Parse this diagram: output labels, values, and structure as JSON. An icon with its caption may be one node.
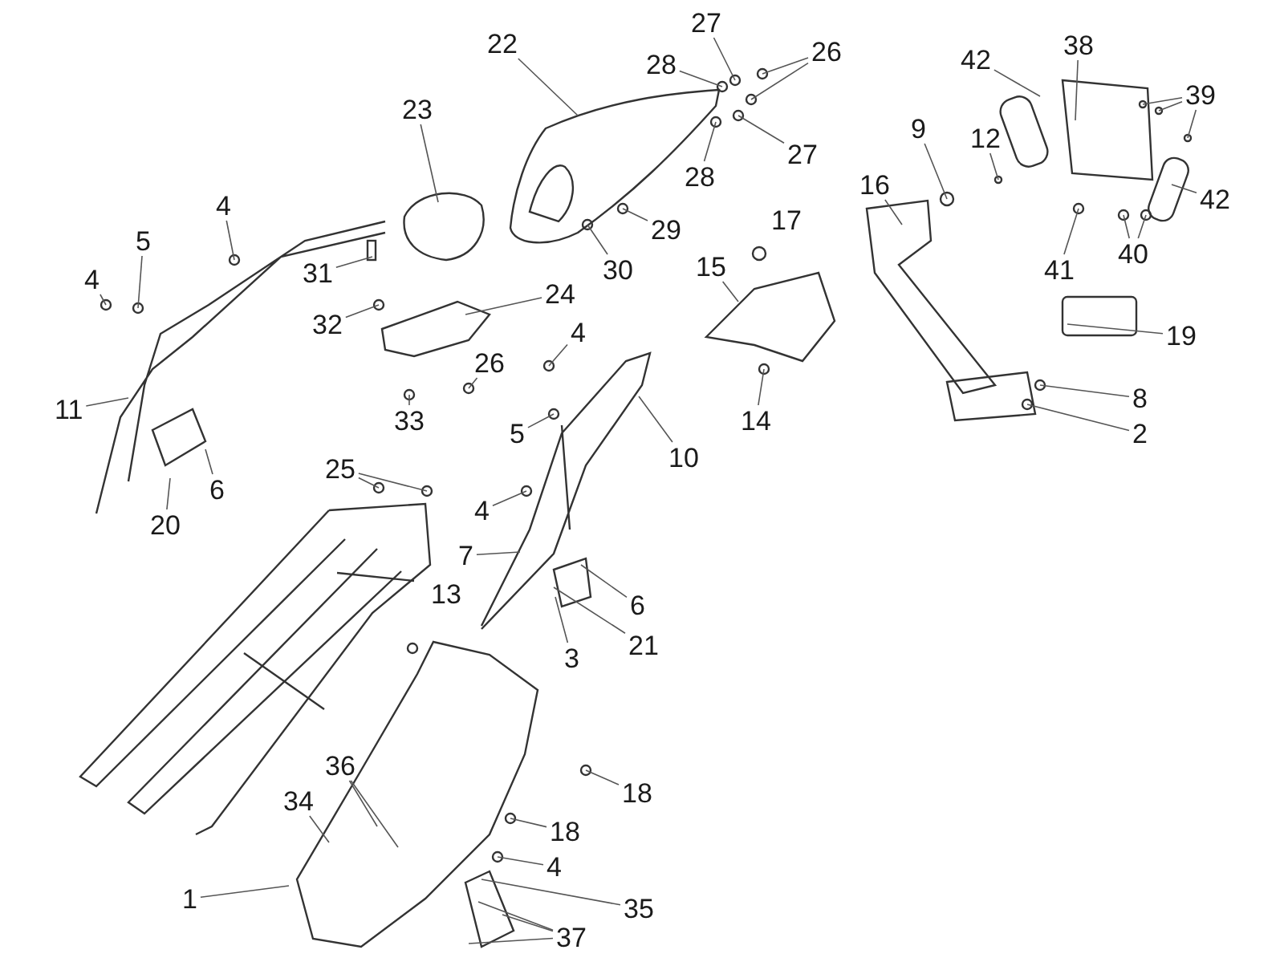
{
  "diagram": {
    "nodes": [
      {
        "text": [
          "27"
        ]
      },
      {
        "text": [
          "22"
        ]
      },
      {
        "text": [
          "28"
        ]
      },
      {
        "text": [
          "26"
        ]
      },
      {
        "text": [
          "42"
        ]
      },
      {
        "text": [
          "38"
        ]
      },
      {
        "text": [
          "39"
        ]
      },
      {
        "text": [
          "23"
        ]
      },
      {
        "text": [
          "9"
        ]
      },
      {
        "text": [
          "12"
        ]
      },
      {
        "text": [
          "27"
        ]
      },
      {
        "text": [
          "28"
        ]
      },
      {
        "text": [
          "16"
        ]
      },
      {
        "text": [
          "42"
        ]
      },
      {
        "text": [
          "4"
        ]
      },
      {
        "text": [
          "29"
        ]
      },
      {
        "text": [
          "30"
        ]
      },
      {
        "text": [
          "5"
        ]
      },
      {
        "text": [
          "40"
        ]
      },
      {
        "text": [
          "41"
        ]
      },
      {
        "text": [
          "15"
        ]
      },
      {
        "text": [
          "31"
        ]
      },
      {
        "text": [
          "4"
        ]
      },
      {
        "text": [
          "24"
        ]
      },
      {
        "text": [
          "32"
        ]
      },
      {
        "text": [
          "19"
        ]
      },
      {
        "text": [
          "4"
        ]
      },
      {
        "text": [
          "26"
        ]
      },
      {
        "text": [
          "11"
        ]
      },
      {
        "text": [
          "8"
        ]
      },
      {
        "text": [
          "14"
        ]
      },
      {
        "text": [
          "33"
        ]
      },
      {
        "text": [
          "5"
        ]
      },
      {
        "text": [
          "2"
        ]
      },
      {
        "text": [
          "25"
        ]
      },
      {
        "text": [
          "10"
        ]
      },
      {
        "text": [
          "6"
        ]
      },
      {
        "text": [
          "4"
        ]
      },
      {
        "text": [
          "20"
        ]
      },
      {
        "text": [
          "7"
        ]
      },
      {
        "text": [
          "6"
        ]
      },
      {
        "text": [
          "21"
        ]
      },
      {
        "text": [
          "3"
        ]
      },
      {
        "text": [
          "18"
        ]
      },
      {
        "text": [
          "36"
        ]
      },
      {
        "text": [
          "34"
        ]
      },
      {
        "text": [
          "18"
        ]
      },
      {
        "text": [
          "4"
        ]
      },
      {
        "text": [
          "1"
        ]
      },
      {
        "text": [
          "35"
        ]
      },
      {
        "text": [
          "37"
        ]
      }
    ],
    "edges": [
      {
        "from": 0,
        "to": null,
        "arrow": "none"
      },
      {
        "from": 1,
        "to": null,
        "arrow": "none"
      },
      {
        "from": 2,
        "to": null,
        "arrow": "none"
      },
      {
        "from": 3,
        "to": null,
        "arrow": "none"
      },
      {
        "from": 3,
        "to": null,
        "arrow": "none"
      },
      {
        "from": 4,
        "to": null,
        "arrow": "none"
      },
      {
        "from": 5,
        "to": null,
        "arrow": "none"
      },
      {
        "from": 6,
        "to": null,
        "arrow": "none"
      },
      {
        "from": 6,
        "to": null,
        "arrow": "none"
      },
      {
        "from": 6,
        "to": null,
        "arrow": "none"
      },
      {
        "from": 7,
        "to": null,
        "arrow": "none"
      },
      {
        "from": 8,
        "to": null,
        "arrow": "none"
      },
      {
        "from": 9,
        "to": null,
        "arrow": "none"
      },
      {
        "from": 10,
        "to": null,
        "arrow": "none"
      },
      {
        "from": 11,
        "to": null,
        "arrow": "none"
      },
      {
        "from": 12,
        "to": null,
        "arrow": "none"
      },
      {
        "from": 13,
        "to": null,
        "arrow": "none"
      },
      {
        "from": 14,
        "to": null,
        "arrow": "none"
      },
      {
        "from": 15,
        "to": null,
        "arrow": "none"
      },
      {
        "from": 16,
        "to": null,
        "arrow": "none"
      },
      {
        "from": 17,
        "to": null,
        "arrow": "none"
      },
      {
        "from": 18,
        "to": null,
        "arrow": "none"
      },
      {
        "from": 18,
        "to": null,
        "arrow": "none"
      },
      {
        "from": 19,
        "to": null,
        "arrow": "none"
      },
      {
        "from": 20,
        "to": null,
        "arrow": "none"
      },
      {
        "from": 21,
        "to": null,
        "arrow": "none"
      },
      {
        "from": 22,
        "to": null,
        "arrow": "none"
      },
      {
        "from": 23,
        "to": null,
        "arrow": "none"
      },
      {
        "from": 24,
        "to": null,
        "arrow": "none"
      },
      {
        "from": 25,
        "to": null,
        "arrow": "none"
      },
      {
        "from": 26,
        "to": null,
        "arrow": "none"
      },
      {
        "from": 27,
        "to": null,
        "arrow": "none"
      },
      {
        "from": 28,
        "to": null,
        "arrow": "none"
      },
      {
        "from": 29,
        "to": null,
        "arrow": "none"
      },
      {
        "from": 30,
        "to": null,
        "arrow": "none"
      },
      {
        "from": 31,
        "to": null,
        "arrow": "none"
      },
      {
        "from": 32,
        "to": null,
        "arrow": "none"
      },
      {
        "from": 33,
        "to": null,
        "arrow": "none"
      },
      {
        "from": 34,
        "to": null,
        "arrow": "none"
      },
      {
        "from": 34,
        "to": null,
        "arrow": "none"
      },
      {
        "from": 35,
        "to": null,
        "arrow": "none"
      },
      {
        "from": 36,
        "to": null,
        "arrow": "none"
      },
      {
        "from": 37,
        "to": null,
        "arrow": "none"
      },
      {
        "from": 38,
        "to": null,
        "arrow": "none"
      },
      {
        "from": 39,
        "to": null,
        "arrow": "none"
      },
      {
        "from": 40,
        "to": null,
        "arrow": "none"
      },
      {
        "from": 41,
        "to": null,
        "arrow": "none"
      },
      {
        "from": 42,
        "to": null,
        "arrow": "none"
      },
      {
        "from": 43,
        "to": null,
        "arrow": "none"
      },
      {
        "from": 44,
        "to": null,
        "arrow": "none"
      },
      {
        "from": 44,
        "to": null,
        "arrow": "none"
      },
      {
        "from": 45,
        "to": null,
        "arrow": "none"
      },
      {
        "from": 46,
        "to": null,
        "arrow": "none"
      },
      {
        "from": 47,
        "to": null,
        "arrow": "none"
      },
      {
        "from": 48,
        "to": null,
        "arrow": "none"
      },
      {
        "from": 49,
        "to": null,
        "arrow": "none"
      },
      {
        "from": 50,
        "to": null,
        "arrow": "none"
      },
      {
        "from": 50,
        "to": null,
        "arrow": "none"
      },
      {
        "from": 50,
        "to": null,
        "arrow": "none"
      }
    ],
    "labels": [
      "17",
      "13"
    ]
  }
}
